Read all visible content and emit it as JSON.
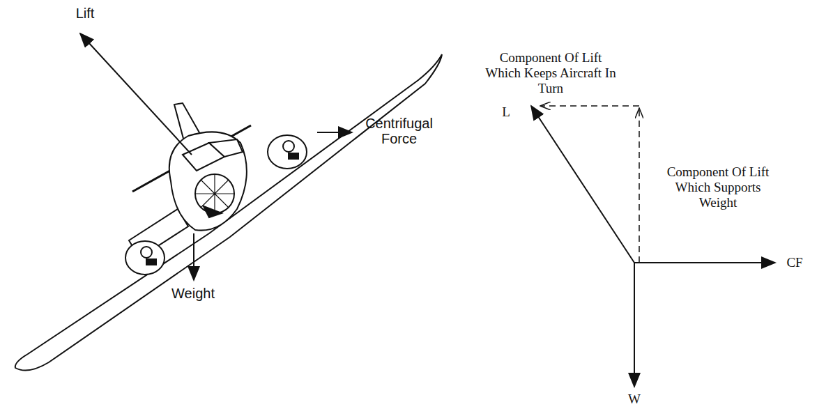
{
  "diagram": {
    "labels": [
      "Lift",
      "Centrifugal Force",
      "Weight",
      "Component Of Lift Which Keeps Aircraft In Turn",
      "L",
      "Component Of Lift Which Supports Weight",
      "CF",
      "W"
    ]
  }
}
